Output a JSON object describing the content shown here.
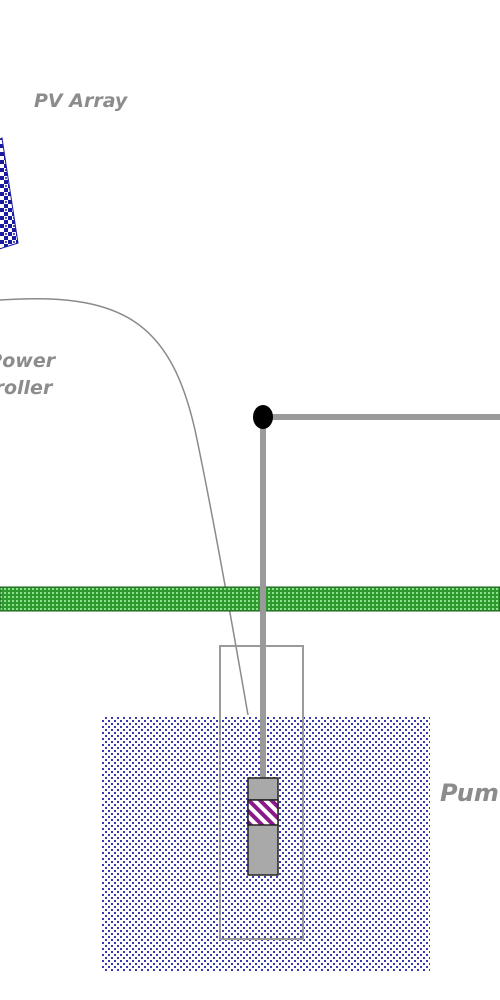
{
  "labels": {
    "pv_array": "PV Array",
    "controller_line1": "r/Power",
    "controller_line2": "ntroller",
    "pump": "Pum"
  },
  "colors": {
    "panel_blue": "#1a1aa0",
    "ground_green": "#2e9a2e",
    "water_blue": "#3a3ab0",
    "pipe_gray": "#9a9a9a",
    "wire_gray": "#8a8a8a",
    "well_outline": "#9a9a9a",
    "pump_body": "#a9a9a9",
    "pump_stripe": "#8a1a8a",
    "label_gray": "#8c8c8c",
    "valve_black": "#000000"
  }
}
